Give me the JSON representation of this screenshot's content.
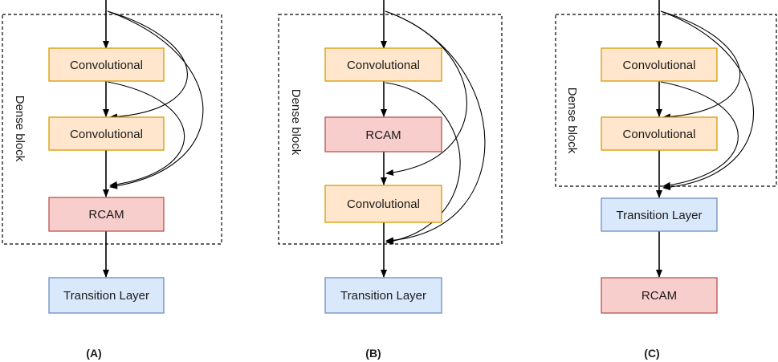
{
  "colors": {
    "conv_fill": "#ffe6cc",
    "conv_stroke": "#d79b00",
    "rcam_fill": "#f8cecc",
    "rcam_stroke": "#b85450",
    "transition_fill": "#dae8fc",
    "transition_stroke": "#6c8ebf",
    "line": "#000000"
  },
  "panels": [
    {
      "label": "(A)",
      "dense_block_label": "Dense block",
      "nodes": [
        {
          "text": "Convolutional",
          "kind": "conv"
        },
        {
          "text": "Convolutional",
          "kind": "conv"
        },
        {
          "text": "RCAM",
          "kind": "rcam"
        },
        {
          "text": "Transition Layer",
          "kind": "transition"
        }
      ]
    },
    {
      "label": "(B)",
      "dense_block_label": "Dense block",
      "nodes": [
        {
          "text": "Convolutional",
          "kind": "conv"
        },
        {
          "text": "RCAM",
          "kind": "rcam"
        },
        {
          "text": "Convolutional",
          "kind": "conv"
        },
        {
          "text": "Transition Layer",
          "kind": "transition"
        }
      ]
    },
    {
      "label": "(C)",
      "dense_block_label": "Dense block",
      "nodes": [
        {
          "text": "Convolutional",
          "kind": "conv"
        },
        {
          "text": "Convolutional",
          "kind": "conv"
        },
        {
          "text": "Transition Layer",
          "kind": "transition"
        },
        {
          "text": "RCAM",
          "kind": "rcam"
        }
      ]
    }
  ]
}
